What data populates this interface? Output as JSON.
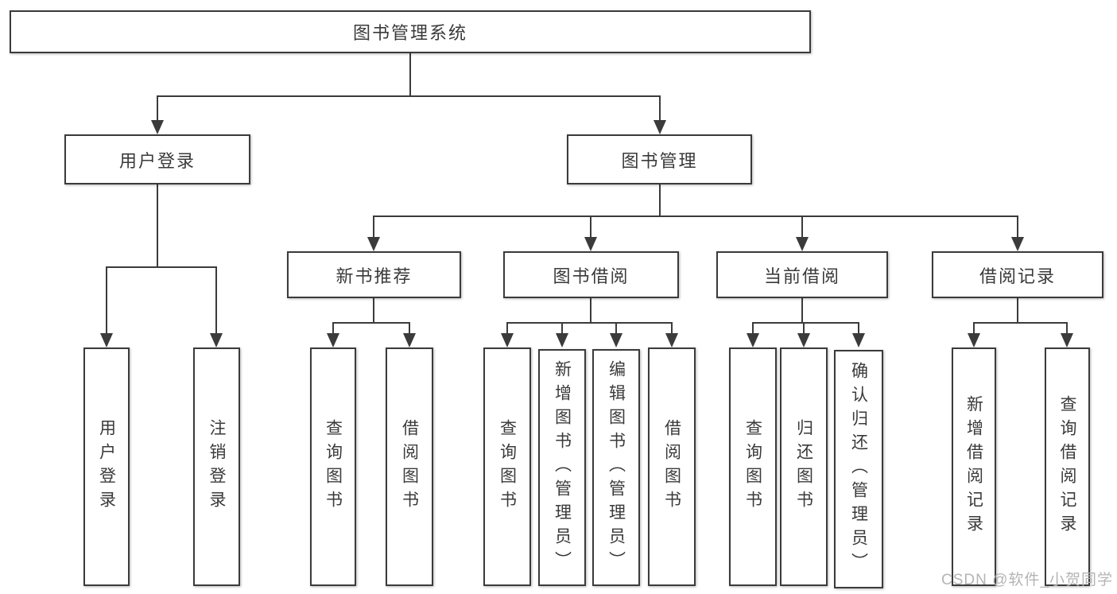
{
  "diagram_title": "图书管理系统",
  "watermark": "CSDN @软件_小贺同学",
  "colors": {
    "line": "#3b3b3b",
    "text": "#3a3a3a",
    "watermark": "#b4b4b4",
    "background": "#ffffff"
  },
  "nodes": {
    "root": {
      "label": "图书管理系统"
    },
    "user_login": {
      "label": "用户登录"
    },
    "book_mgmt": {
      "label": "图书管理"
    },
    "new_book_rec": {
      "label": "新书推荐"
    },
    "book_borrow": {
      "label": "图书借阅"
    },
    "current_borrow": {
      "label": "当前借阅"
    },
    "borrow_record": {
      "label": "借阅记录"
    },
    "leaf_user_login": {
      "label": "用户登录"
    },
    "leaf_logout": {
      "label": "注销登录"
    },
    "leaf_rec_query": {
      "label": "查询图书"
    },
    "leaf_rec_borrow": {
      "label": "借阅图书"
    },
    "leaf_bb_query": {
      "label": "查询图书"
    },
    "leaf_bb_add": {
      "label": "新增图书（管理员）"
    },
    "leaf_bb_edit": {
      "label": "编辑图书（管理员）"
    },
    "leaf_bb_borrow": {
      "label": "借阅图书"
    },
    "leaf_cb_query": {
      "label": "查询图书"
    },
    "leaf_cb_return": {
      "label": "归还图书"
    },
    "leaf_cb_confirm": {
      "label": "确认归还（管理员）"
    },
    "leaf_br_add": {
      "label": "新增借阅记录"
    },
    "leaf_br_query": {
      "label": "查询借阅记录"
    }
  },
  "hierarchy": [
    {
      "parent": "root",
      "children": [
        "user_login",
        "book_mgmt"
      ]
    },
    {
      "parent": "user_login",
      "children": [
        "leaf_user_login",
        "leaf_logout"
      ]
    },
    {
      "parent": "book_mgmt",
      "children": [
        "new_book_rec",
        "book_borrow",
        "current_borrow",
        "borrow_record"
      ]
    },
    {
      "parent": "new_book_rec",
      "children": [
        "leaf_rec_query",
        "leaf_rec_borrow"
      ]
    },
    {
      "parent": "book_borrow",
      "children": [
        "leaf_bb_query",
        "leaf_bb_add",
        "leaf_bb_edit",
        "leaf_bb_borrow"
      ]
    },
    {
      "parent": "current_borrow",
      "children": [
        "leaf_cb_query",
        "leaf_cb_return",
        "leaf_cb_confirm"
      ]
    },
    {
      "parent": "borrow_record",
      "children": [
        "leaf_br_add",
        "leaf_br_query"
      ]
    }
  ]
}
